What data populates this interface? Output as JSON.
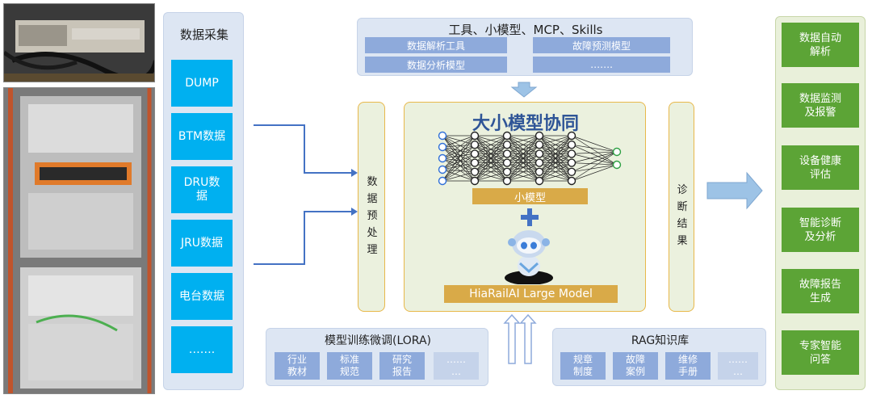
{
  "data_collection": {
    "title": "数据采集",
    "items": [
      "DUMP",
      "BTM数据",
      "DRU数\n据",
      "JRU数据",
      "电台数据",
      "……."
    ]
  },
  "tools": {
    "title": "工具、小模型、MCP、Skills",
    "cells": [
      "数据解析工具",
      "故障预测模型",
      "数据分析模型",
      "……."
    ]
  },
  "preprocess": {
    "label": [
      "数",
      "据",
      "预",
      "处",
      "理"
    ]
  },
  "core": {
    "title": "大小模型协同",
    "small_model_label": "小模型",
    "large_model_label": "HiaRailAI Large Model"
  },
  "diagnosis": {
    "label": [
      "诊",
      "断",
      "结",
      "果"
    ]
  },
  "lora": {
    "title": "模型训练微调(LORA)",
    "items": [
      "行业\n教材",
      "标准\n规范",
      "研究\n报告",
      "……\n…"
    ]
  },
  "rag": {
    "title": "RAG知识库",
    "items": [
      "规章\n制度",
      "故障\n案例",
      "维修\n手册",
      "……\n…"
    ]
  },
  "outputs": {
    "items": [
      "数据自动\n解析",
      "数据监测\n及报警",
      "设备健康\n评估",
      "智能诊断\n及分析",
      "故障报告\n生成",
      "专家智能\n问答"
    ]
  },
  "colors": {
    "blue_item": "#00b0f0",
    "green_item": "#5ca436",
    "tool_cell": "#8eaadb",
    "small_model_bar": "#d9aa48",
    "arrow_blue": "#9dc3e6",
    "connector": "#4472c4",
    "title_blue": "#2f5597"
  }
}
